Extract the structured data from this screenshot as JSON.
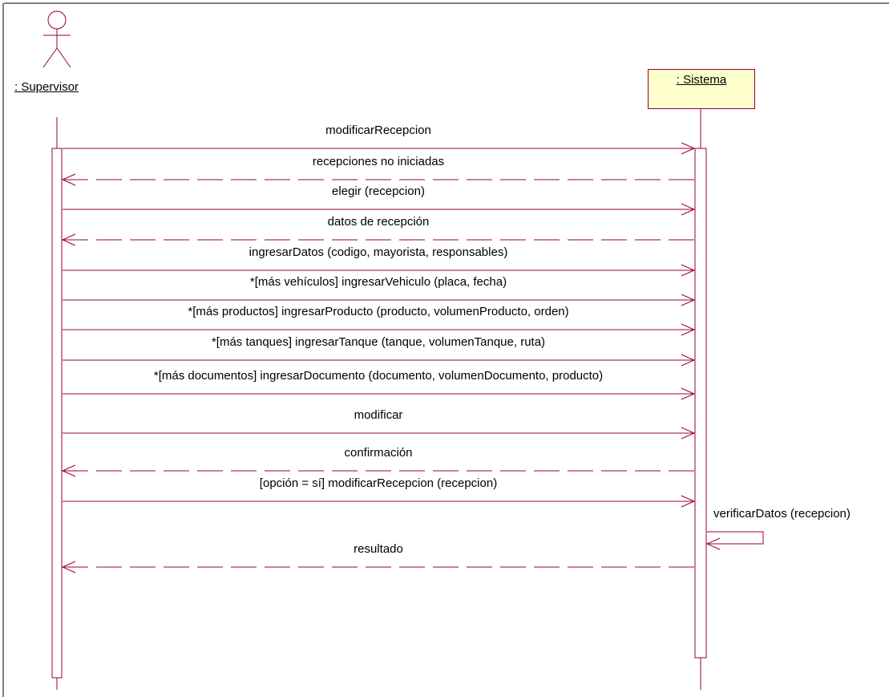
{
  "colors": {
    "line": "#990033",
    "object_fill": "#ffffcc",
    "text": "#000000",
    "background": "#ffffff"
  },
  "actor": {
    "name": ": Supervisor",
    "icon": "stick-figure-icon"
  },
  "system": {
    "name": ": Sistema"
  },
  "messages": [
    {
      "text": "modificarRecepcion",
      "dir": "right",
      "kind": "call"
    },
    {
      "text": "recepciones no iniciadas",
      "dir": "left",
      "kind": "return"
    },
    {
      "text": "elegir (recepcion)",
      "dir": "right",
      "kind": "call"
    },
    {
      "text": "datos de recepción",
      "dir": "left",
      "kind": "return"
    },
    {
      "text": "ingresarDatos (codigo, mayorista, responsables)",
      "dir": "right",
      "kind": "call"
    },
    {
      "text": "*[más vehículos] ingresarVehiculo (placa, fecha)",
      "dir": "right",
      "kind": "call"
    },
    {
      "text": "*[más productos] ingresarProducto (producto, volumenProducto, orden)",
      "dir": "right",
      "kind": "call"
    },
    {
      "text": "*[más tanques] ingresarTanque (tanque, volumenTanque, ruta)",
      "dir": "right",
      "kind": "call"
    },
    {
      "text": "*[más documentos] ingresarDocumento (documento, volumenDocumento, producto)",
      "dir": "right",
      "kind": "call"
    },
    {
      "text": "modificar",
      "dir": "right",
      "kind": "call"
    },
    {
      "text": "confirmación",
      "dir": "left",
      "kind": "return"
    },
    {
      "text": "[opción = sí] modificarRecepcion (recepcion)",
      "dir": "right",
      "kind": "call"
    },
    {
      "text": "verificarDatos (recepcion)",
      "dir": "self",
      "kind": "call"
    },
    {
      "text": "resultado",
      "dir": "left",
      "kind": "return"
    }
  ]
}
